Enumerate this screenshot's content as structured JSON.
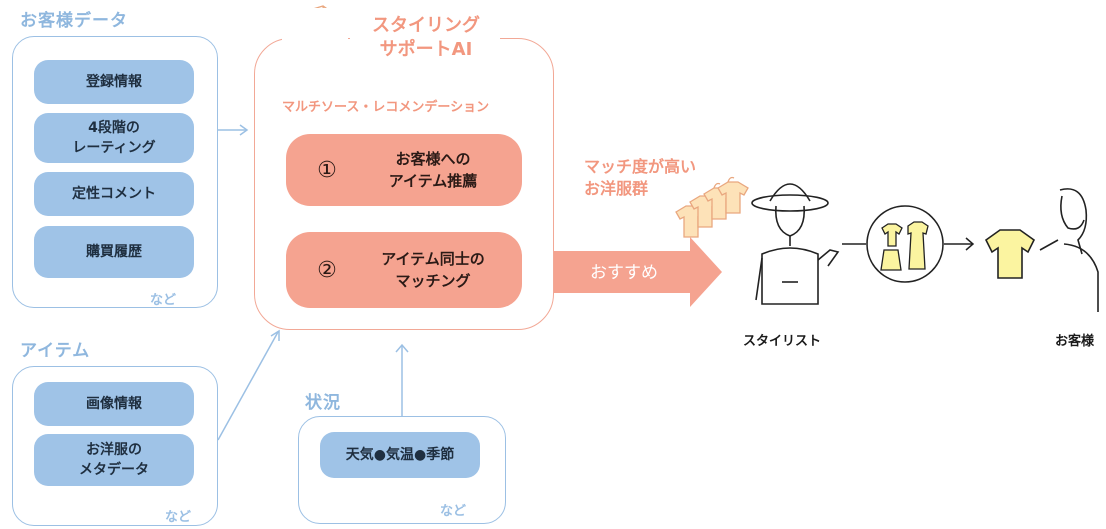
{
  "customer_data": {
    "title": "お客様データ",
    "items": [
      "登録情報",
      "4段階の\nレーティング",
      "定性コメント",
      "購買履歴"
    ],
    "etc": "など"
  },
  "items_section": {
    "title": "アイテム",
    "items": [
      "画像情報",
      "お洋服の\nメタデータ"
    ],
    "etc": "など"
  },
  "situation": {
    "title": "状況",
    "item": "天気●気温●季節",
    "etc": "など"
  },
  "ai": {
    "title": "スタイリング\nサポートAI",
    "subtitle": "マルチソース・レコメンデーション",
    "rec1_num": "①",
    "rec1_text": "お客様への\nアイテム推薦",
    "rec2_num": "②",
    "rec2_text": "アイテム同士の\nマッチング"
  },
  "flow": {
    "match_label": "マッチ度が高い\nお洋服群",
    "recommend_label": "おすすめ"
  },
  "people": {
    "stylist": "スタイリスト",
    "customer": "お客様"
  },
  "colors": {
    "blue": "#9fc3e7",
    "salmon": "#f5a390",
    "yellow": "#fbf4a0"
  }
}
